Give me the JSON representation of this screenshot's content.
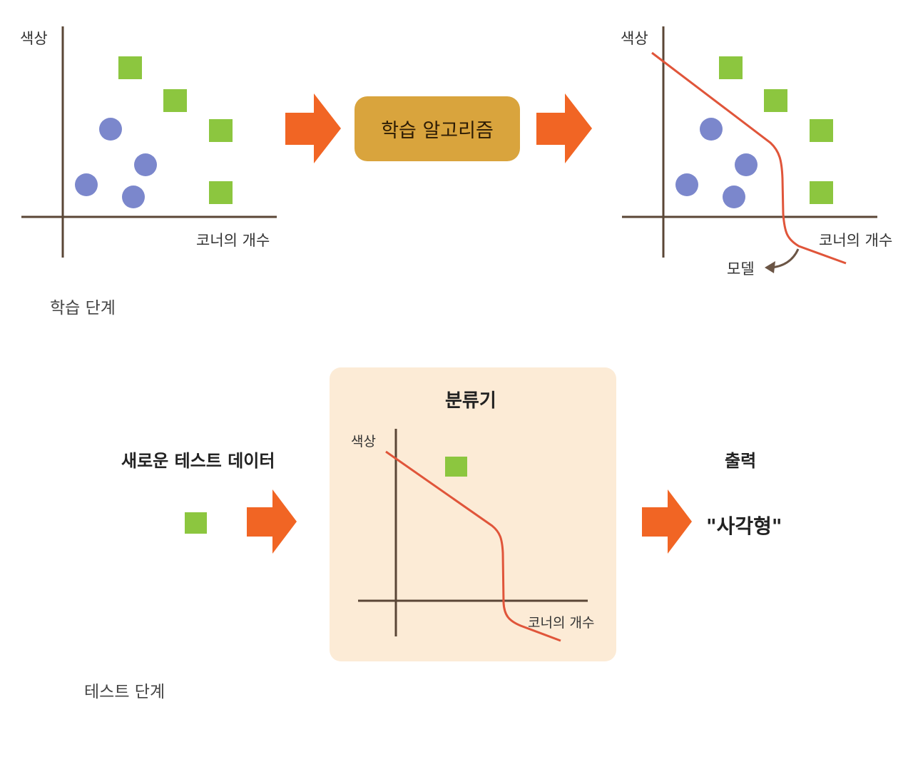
{
  "colors": {
    "axis": "#5a4636",
    "square": "#8cc63f",
    "circle": "#7b87cc",
    "arrow": "#f16524",
    "boundary": "#e0553a",
    "algo_box": "#d9a43d",
    "classifier_panel": "#fcebd6"
  },
  "training": {
    "section_label": "학습 단계",
    "left_plot": {
      "y_label": "색상",
      "x_label": "코너의 개수"
    },
    "algorithm_label": "학습 알고리즘",
    "right_plot": {
      "y_label": "색상",
      "x_label": "코너의 개수",
      "model_label": "모델"
    }
  },
  "testing": {
    "section_label": "테스트 단계",
    "input_label": "새로운 테스트 데이터",
    "classifier": {
      "title": "분류기",
      "y_label": "색상",
      "x_label": "코너의 개수"
    },
    "output_label": "출력",
    "output_value": "\"사각형\""
  },
  "icons": [
    "right-arrow-icon",
    "circle-marker-icon",
    "square-marker-icon",
    "curved-arrow-icon"
  ]
}
